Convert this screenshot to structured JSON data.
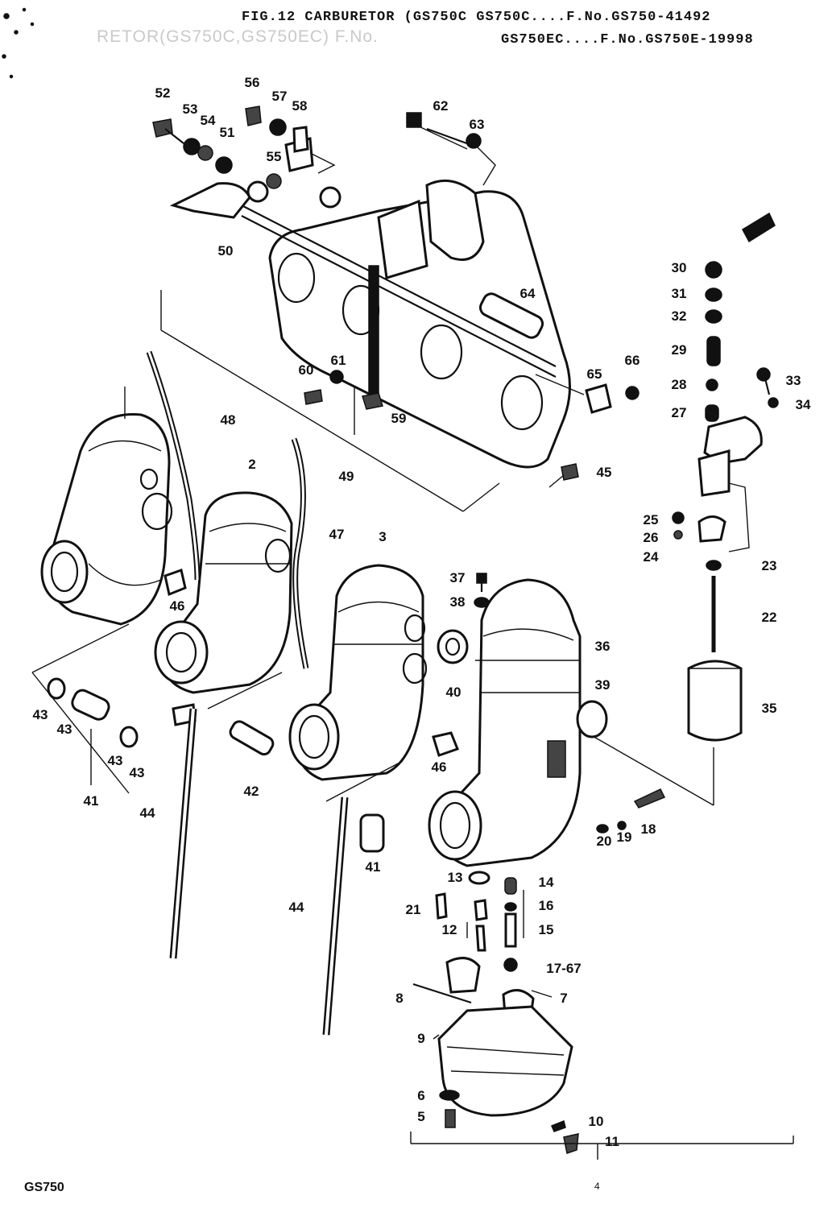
{
  "header": {
    "line1": "FIG.12  CARBURETOR  (GS750C  GS750C....F.No.GS750-41492",
    "line2": "GS750EC....F.No.GS750E-19998",
    "watermark": "RETOR(GS750C,GS750EC) F.No."
  },
  "footer": {
    "model": "GS750",
    "page": "4"
  },
  "labels": [
    {
      "id": "52",
      "text": "52"
    },
    {
      "id": "53",
      "text": "53"
    },
    {
      "id": "54",
      "text": "54"
    },
    {
      "id": "51",
      "text": "51"
    },
    {
      "id": "56",
      "text": "56"
    },
    {
      "id": "57",
      "text": "57"
    },
    {
      "id": "58",
      "text": "58"
    },
    {
      "id": "55",
      "text": "55"
    },
    {
      "id": "62",
      "text": "62"
    },
    {
      "id": "63",
      "text": "63"
    },
    {
      "id": "50",
      "text": "50"
    },
    {
      "id": "64",
      "text": "64"
    },
    {
      "id": "60",
      "text": "60"
    },
    {
      "id": "61",
      "text": "61"
    },
    {
      "id": "59",
      "text": "59"
    },
    {
      "id": "65",
      "text": "65"
    },
    {
      "id": "66",
      "text": "66"
    },
    {
      "id": "30",
      "text": "30"
    },
    {
      "id": "31",
      "text": "31"
    },
    {
      "id": "32",
      "text": "32"
    },
    {
      "id": "29",
      "text": "29"
    },
    {
      "id": "28",
      "text": "28"
    },
    {
      "id": "27",
      "text": "27"
    },
    {
      "id": "33",
      "text": "33"
    },
    {
      "id": "34",
      "text": "34"
    },
    {
      "id": "48",
      "text": "48"
    },
    {
      "id": "49",
      "text": "49"
    },
    {
      "id": "45",
      "text": "45"
    },
    {
      "id": "2",
      "text": "2"
    },
    {
      "id": "47",
      "text": "47"
    },
    {
      "id": "3",
      "text": "3"
    },
    {
      "id": "25",
      "text": "25"
    },
    {
      "id": "26",
      "text": "26"
    },
    {
      "id": "24",
      "text": "24"
    },
    {
      "id": "23",
      "text": "23"
    },
    {
      "id": "22",
      "text": "22"
    },
    {
      "id": "37",
      "text": "37"
    },
    {
      "id": "38",
      "text": "38"
    },
    {
      "id": "36",
      "text": "36"
    },
    {
      "id": "46a",
      "text": "46"
    },
    {
      "id": "40",
      "text": "40"
    },
    {
      "id": "39",
      "text": "39"
    },
    {
      "id": "35",
      "text": "35"
    },
    {
      "id": "43a",
      "text": "43"
    },
    {
      "id": "43b",
      "text": "43"
    },
    {
      "id": "43c",
      "text": "43"
    },
    {
      "id": "43d",
      "text": "43"
    },
    {
      "id": "41a",
      "text": "41"
    },
    {
      "id": "42",
      "text": "42"
    },
    {
      "id": "46b",
      "text": "46"
    },
    {
      "id": "44a",
      "text": "44"
    },
    {
      "id": "20",
      "text": "20"
    },
    {
      "id": "19",
      "text": "19"
    },
    {
      "id": "18",
      "text": "18"
    },
    {
      "id": "41b",
      "text": "41"
    },
    {
      "id": "13",
      "text": "13"
    },
    {
      "id": "14",
      "text": "14"
    },
    {
      "id": "21",
      "text": "21"
    },
    {
      "id": "16",
      "text": "16"
    },
    {
      "id": "12",
      "text": "12"
    },
    {
      "id": "15",
      "text": "15"
    },
    {
      "id": "44b",
      "text": "44"
    },
    {
      "id": "1767",
      "text": "17-67"
    },
    {
      "id": "8",
      "text": "8"
    },
    {
      "id": "7",
      "text": "7"
    },
    {
      "id": "9",
      "text": "9"
    },
    {
      "id": "6",
      "text": "6"
    },
    {
      "id": "5",
      "text": "5"
    },
    {
      "id": "10",
      "text": "10"
    },
    {
      "id": "11",
      "text": "11"
    }
  ]
}
